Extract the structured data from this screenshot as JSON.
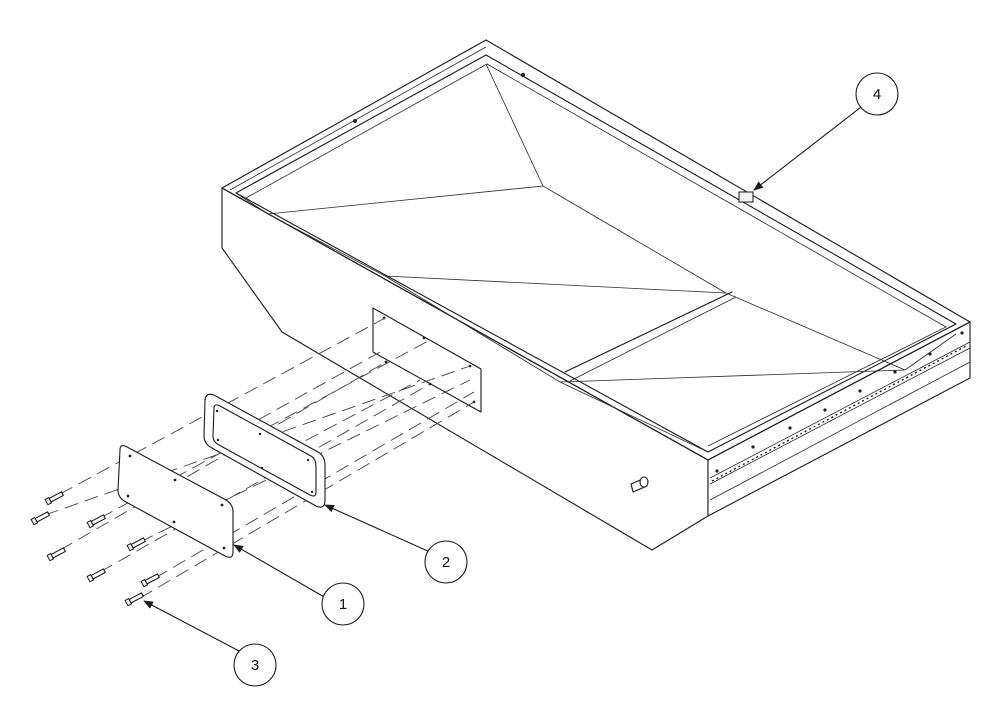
{
  "callouts": [
    {
      "id": "1",
      "label": "1",
      "part": "cover-plate"
    },
    {
      "id": "2",
      "label": "2",
      "part": "gasket-frame"
    },
    {
      "id": "3",
      "label": "3",
      "part": "screw"
    },
    {
      "id": "4",
      "label": "4",
      "part": "latch"
    }
  ]
}
